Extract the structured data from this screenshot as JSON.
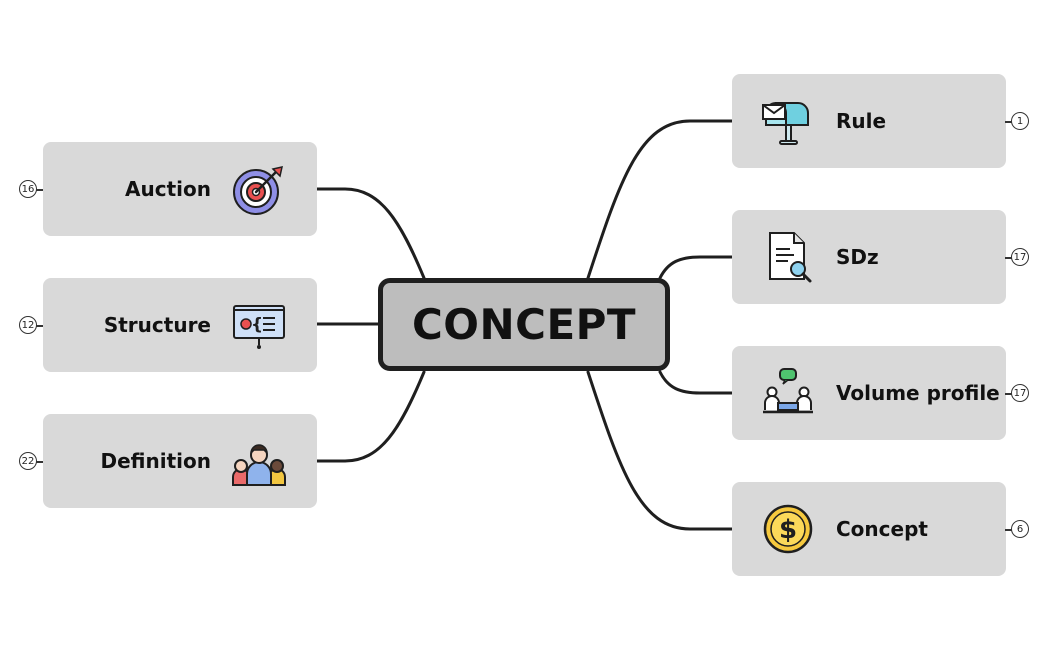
{
  "central": {
    "label": "CONCEPT"
  },
  "topics": {
    "rule": {
      "label": "Rule",
      "count": "1"
    },
    "sdz": {
      "label": "SDz",
      "count": "17"
    },
    "volume": {
      "label": "Volume profile",
      "count": "17"
    },
    "concept": {
      "label": "Concept",
      "count": "6"
    },
    "auction": {
      "label": "Auction",
      "count": "16"
    },
    "structure": {
      "label": "Structure",
      "count": "12"
    },
    "definition": {
      "label": "Definition",
      "count": "22"
    }
  },
  "icons": {
    "rule": "mailbox-icon",
    "sdz": "document-search-icon",
    "volume": "meeting-chat-icon",
    "concept": "dollar-coin-icon",
    "auction": "target-dart-icon",
    "structure": "presentation-board-icon",
    "definition": "people-group-icon"
  },
  "colors": {
    "topic_bg": "#d9d9d9",
    "central_bg": "#bdbdbd",
    "connector": "#1f1f1f"
  }
}
